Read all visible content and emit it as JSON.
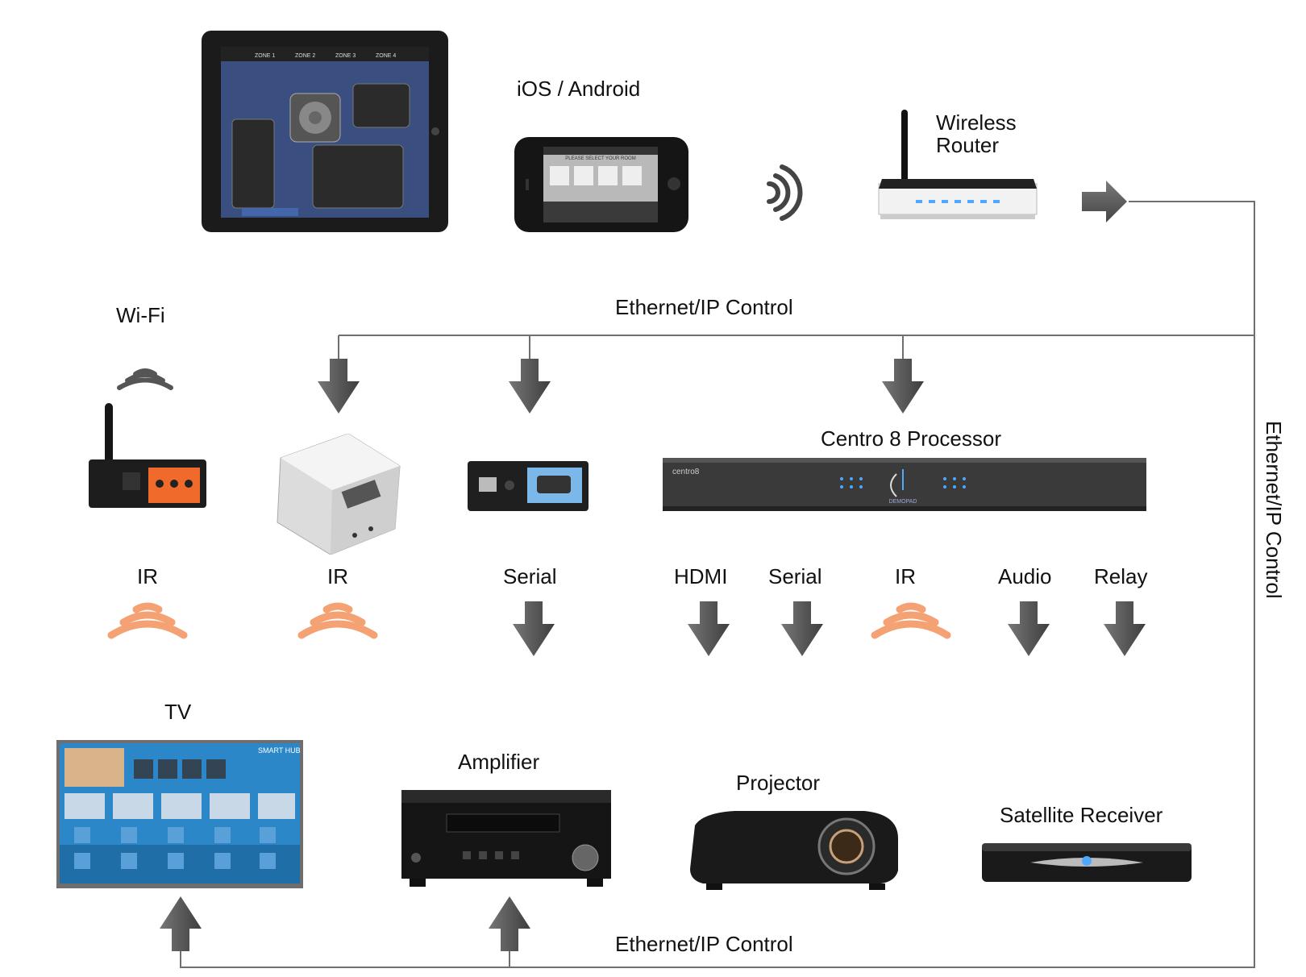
{
  "labels": {
    "ios_android": "iOS / Android",
    "wireless_router": [
      "Wireless",
      "Router"
    ],
    "wifi": "Wi-Fi",
    "ethernet_top": "Ethernet/IP Control",
    "ethernet_bottom": "Ethernet/IP Control",
    "ethernet_side": "Ethernet/IP Control",
    "centro": "Centro 8 Processor",
    "outputs": [
      "IR",
      "IR",
      "Serial",
      "HDMI",
      "Serial",
      "IR",
      "Audio",
      "Relay"
    ],
    "tv": "TV",
    "amplifier": "Amplifier",
    "projector": "Projector",
    "satellite": "Satellite Receiver"
  },
  "device_text": {
    "centro_brand": "centro8",
    "centro_sub": "DEMOPAD",
    "tablet_zones": [
      "ZONE 1",
      "ZONE 2",
      "ZONE 3",
      "ZONE 4"
    ],
    "phone_header": "PLEASE SELECT YOUR ROOM",
    "tv_smart_hub": "SMART HUB"
  },
  "colors": {
    "arrow": "#5a5a5a",
    "ir_wave": "#f4a273",
    "wifi_wave": "#555555",
    "line": "#777777"
  }
}
